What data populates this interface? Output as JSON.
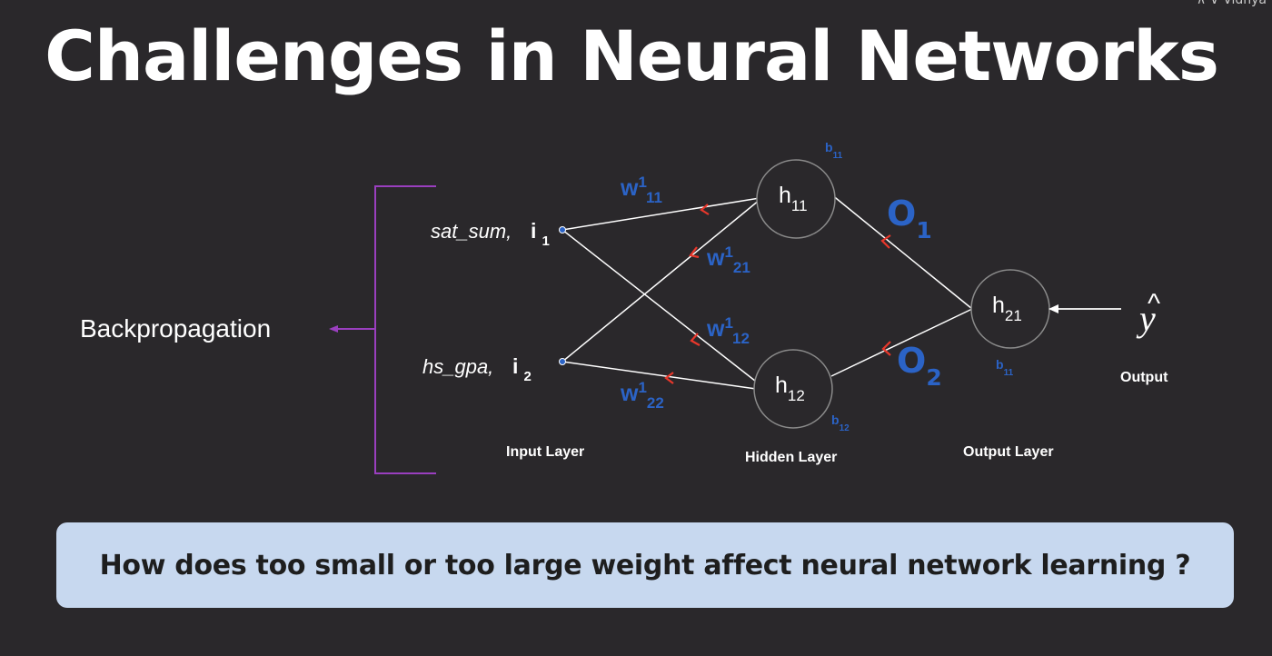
{
  "header": {
    "title": "Challenges in Neural Networks",
    "corner_text": "⊼ ∨   Vidhya"
  },
  "diagram": {
    "side_label": "Backpropagation",
    "inputs": [
      {
        "name": "sat_sum,",
        "symbol": "i",
        "sub": "1"
      },
      {
        "name": "hs_gpa,",
        "symbol": "i",
        "sub": "2"
      }
    ],
    "hidden_nodes": [
      {
        "base": "h",
        "sub": "11",
        "bias_base": "b",
        "bias_sub": "11"
      },
      {
        "base": "h",
        "sub": "12",
        "bias_base": "b",
        "bias_sub": "12"
      }
    ],
    "output_node": {
      "base": "h",
      "sub": "21",
      "bias_base": "b",
      "bias_sub": "11"
    },
    "weights": [
      {
        "base": "w",
        "sup": "1",
        "sub": "11"
      },
      {
        "base": "w",
        "sup": "1",
        "sub": "21"
      },
      {
        "base": "w",
        "sup": "1",
        "sub": "12"
      },
      {
        "base": "w",
        "sup": "1",
        "sub": "22"
      }
    ],
    "outputs": [
      {
        "base": "O",
        "sub": "1"
      },
      {
        "base": "O",
        "sub": "2"
      }
    ],
    "y_hat": "y",
    "y_hat_caret": "^",
    "output_caption": "Output",
    "layer_labels": {
      "input": "Input Layer",
      "hidden": "Hidden Layer",
      "output": "Output Layer"
    },
    "colors": {
      "blue": "#2b63c6",
      "red": "#e8372b",
      "purple": "#9a3fbf",
      "line": "#ffffff",
      "node_stroke": "#8a8a8a"
    }
  },
  "question": "How does too small or too large weight affect neural network learning ?"
}
